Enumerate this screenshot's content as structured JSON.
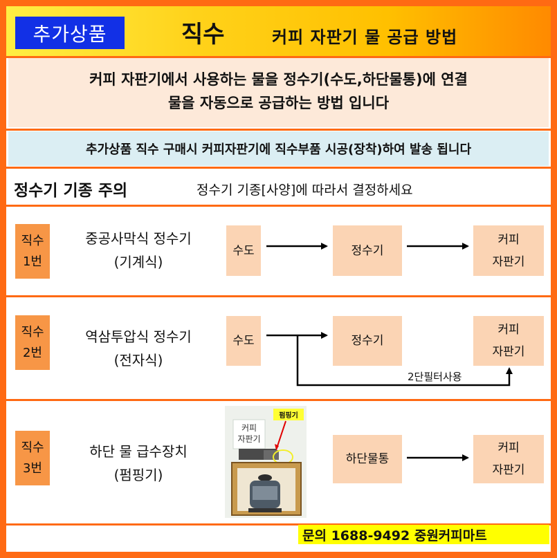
{
  "header": {
    "badge": "추가상품",
    "title": "직수",
    "subtitle": "커피 자판기 물 공급 방법"
  },
  "intro": {
    "line1": "커피 자판기에서 사용하는 물을 정수기(수도,하단물통)에 연결",
    "line2": "물을 자동으로 공급하는 방법 입니다"
  },
  "notice": "추가상품 직수 구매시 커피자판기에 직수부품 시공(장착)하여 발송 됩니다",
  "caution": {
    "title": "정수기 기종 주의",
    "text": "정수기 기종[사양]에 따라서 결정하세요"
  },
  "rows": [
    {
      "num_top": "직수",
      "num_bottom": "1번",
      "name1": "중공사막식 정수기",
      "name2": "(기계식)",
      "box_a": "수도",
      "box_b": "정수기",
      "box_c1": "커피",
      "box_c2": "자판기"
    },
    {
      "num_top": "직수",
      "num_bottom": "2번",
      "name1": "역삼투압식 정수기",
      "name2": "(전자식)",
      "box_a": "수도",
      "box_b": "정수기",
      "box_c1": "커피",
      "box_c2": "자판기",
      "bypass_label": "2단필터사용"
    },
    {
      "num_top": "직수",
      "num_bottom": "3번",
      "name1": "하단 물 급수장치",
      "name2": "(펌핑기)",
      "box_b": "하단물통",
      "box_c1": "커피",
      "box_c2": "자판기",
      "photo_label_pump": "펌핑기",
      "photo_label_machine1": "커피",
      "photo_label_machine2": "자판기"
    }
  ],
  "footer": "문의 1688-9492 중원커피마트",
  "colors": {
    "frame": "#ff6a13",
    "badge_bg": "#1230e6",
    "intro_bg": "#fde9d9",
    "notice_bg": "#dbeef3",
    "num_bg": "#f79646",
    "box_bg": "#fbd4b4",
    "footer_bg": "#ffff00"
  }
}
